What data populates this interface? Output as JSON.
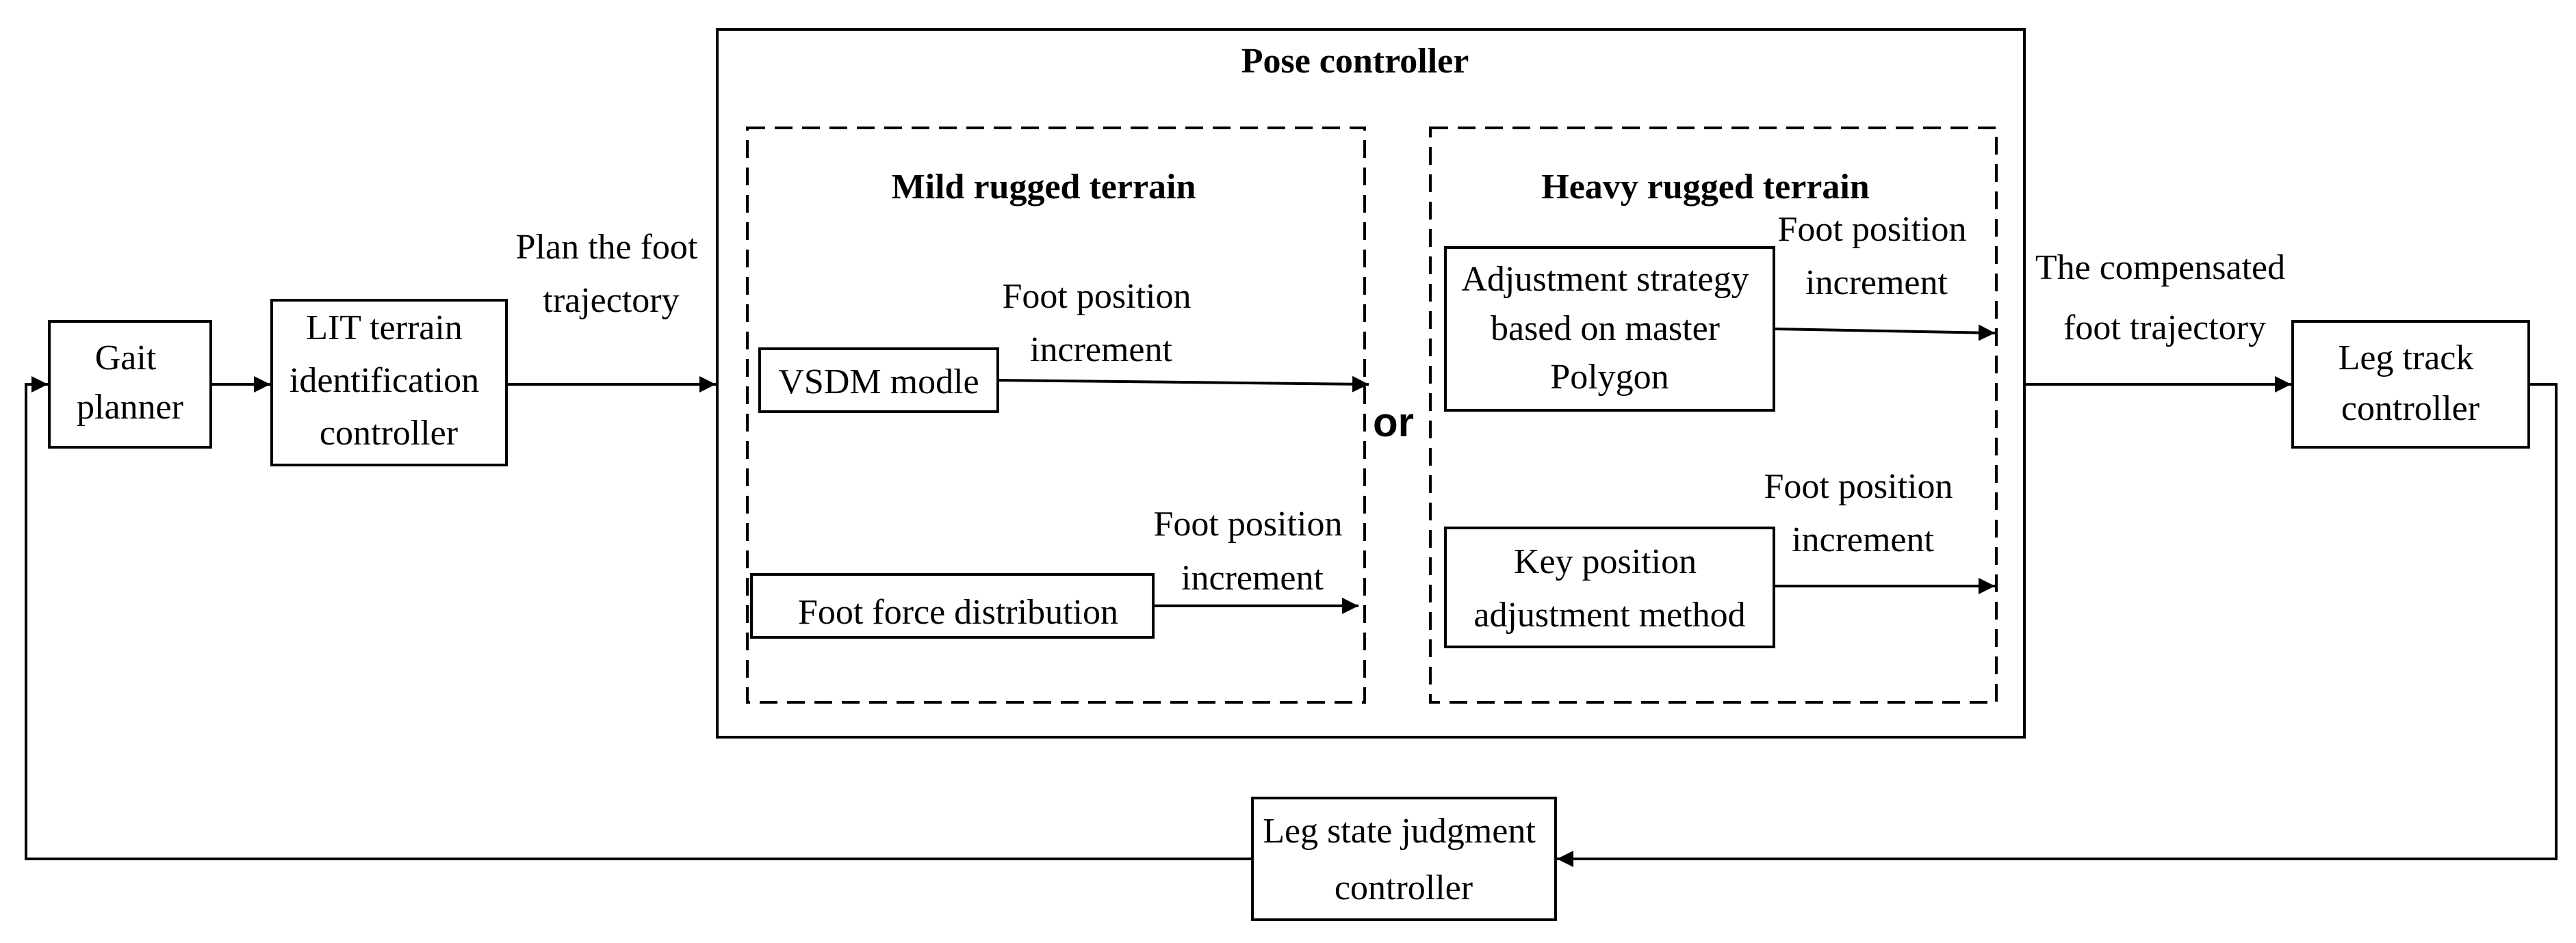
{
  "blocks": {
    "gait_planner": [
      "Gait",
      "planner"
    ],
    "lit_controller": [
      "LIT terrain",
      "identification",
      "controller"
    ],
    "pose_controller": "Pose controller",
    "mild_terrain": "Mild rugged terrain",
    "heavy_terrain": "Heavy rugged terrain",
    "vsdm": "VSDM modle",
    "foot_force": "Foot force distribution",
    "adjustment_strategy": [
      "Adjustment strategy",
      "based on master",
      "Polygon"
    ],
    "key_position": [
      "Key position",
      "adjustment method"
    ],
    "leg_track": [
      "Leg track",
      "controller"
    ],
    "leg_state": [
      "Leg state judgment",
      "controller"
    ]
  },
  "edge_labels": {
    "plan_foot": [
      "Plan the foot",
      "trajectory"
    ],
    "vsdm_out": [
      "Foot position",
      "increment"
    ],
    "force_out": [
      "Foot position",
      "increment"
    ],
    "adjust_out": [
      "Foot position",
      "increment"
    ],
    "key_out": [
      "Foot position",
      "increment"
    ],
    "compensated": [
      "The compensated",
      "foot trajectory"
    ]
  },
  "or_label": "or"
}
